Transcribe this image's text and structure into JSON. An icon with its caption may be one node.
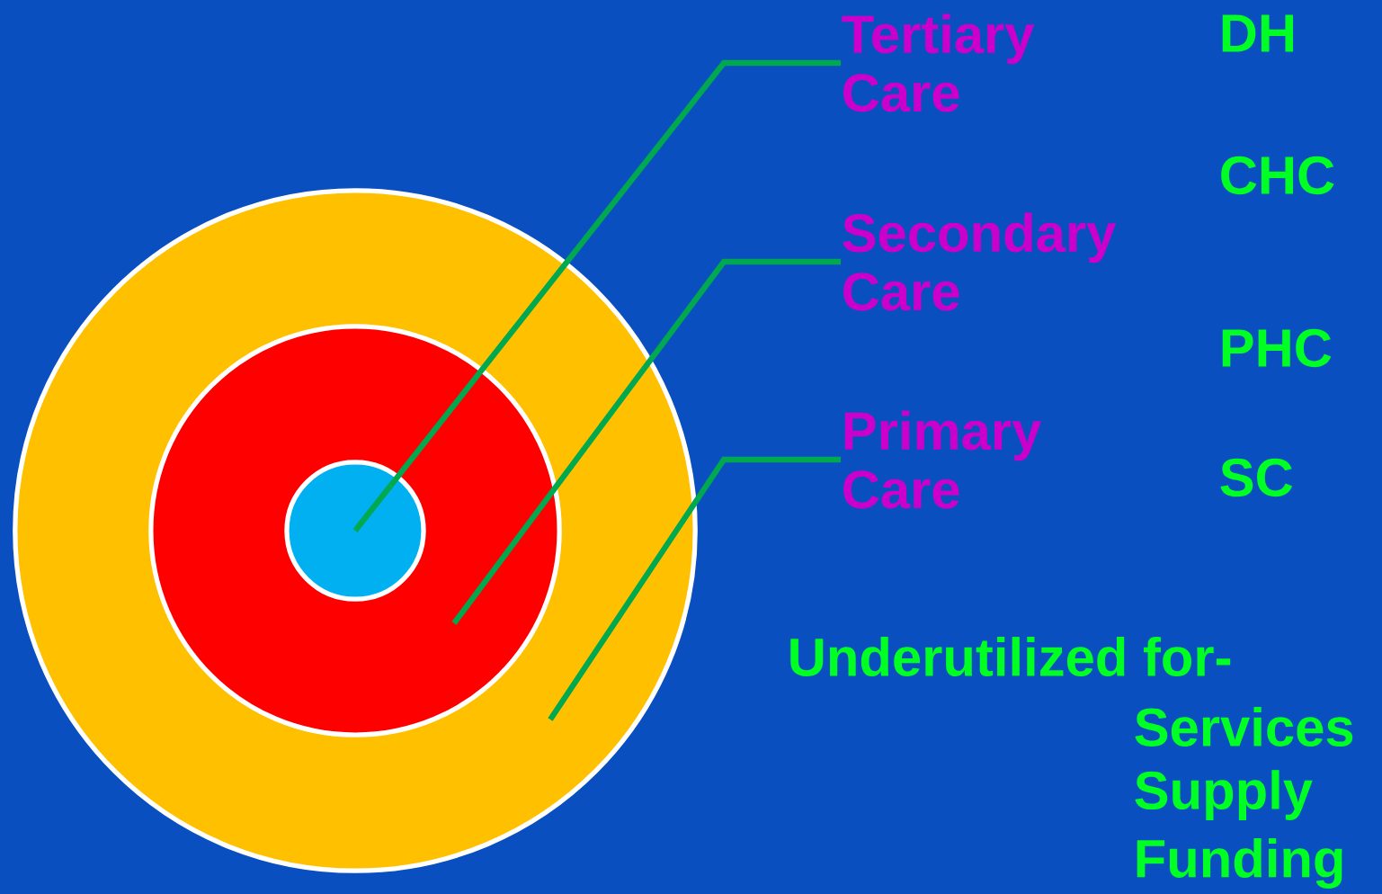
{
  "diagram": {
    "nodes": [
      {
        "text": [],
        "shape": "circle"
      },
      {
        "text": [],
        "shape": "circle",
        "in": 0
      },
      {
        "text": [],
        "shape": "circle",
        "in": 1
      },
      {
        "text": [
          "Tertiary Care"
        ]
      },
      {
        "text": [
          "Secondary Care"
        ]
      },
      {
        "text": [
          "Primary Care"
        ]
      }
    ],
    "edges": [
      {
        "from": 3,
        "to": 2,
        "arrow": "none"
      },
      {
        "from": 4,
        "to": 1,
        "arrow": "none"
      },
      {
        "from": 5,
        "to": 0,
        "arrow": "none"
      }
    ],
    "labels": [
      "DH",
      "CHC",
      "PHC",
      "SC",
      "Underutilized for-",
      "Services",
      "Supply",
      "Funding"
    ]
  }
}
